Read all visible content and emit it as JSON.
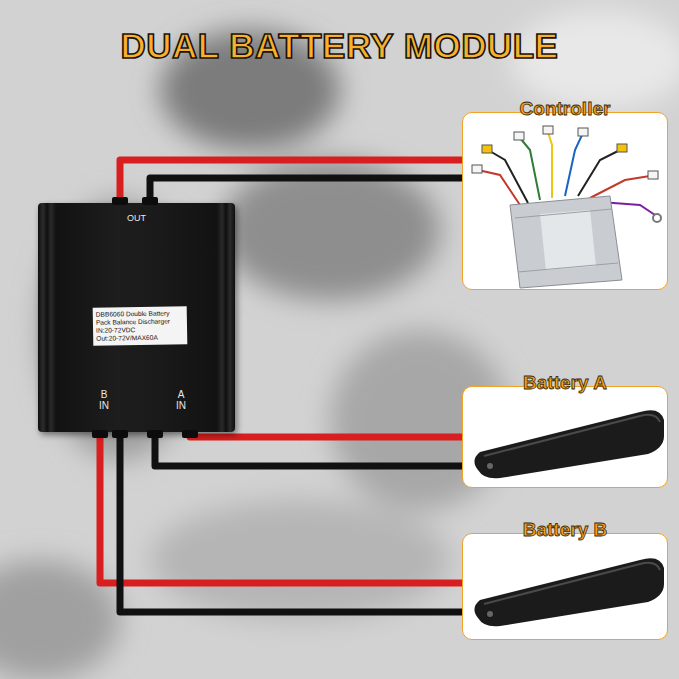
{
  "diagram": {
    "title": "DUAL BATTERY MODULE",
    "nodes": [
      {
        "text": [
          "OUT",
          "DBB6060 Double Battery Pack Balance Discharger",
          "IN:20-72VDC",
          "Out:20-72V/MAX60A",
          "B IN",
          "A IN"
        ]
      },
      {
        "text": [
          "Controller"
        ]
      },
      {
        "text": [
          "Battery A"
        ]
      },
      {
        "text": [
          "Battery B"
        ]
      }
    ],
    "edges": [
      {
        "from": 0,
        "to": 1,
        "arrow": "none"
      },
      {
        "from": 0,
        "to": 1,
        "arrow": "none"
      },
      {
        "from": 0,
        "to": 2,
        "arrow": "none"
      },
      {
        "from": 0,
        "to": 2,
        "arrow": "none"
      },
      {
        "from": 0,
        "to": 3,
        "arrow": "none"
      },
      {
        "from": 0,
        "to": 3,
        "arrow": "none"
      }
    ]
  }
}
